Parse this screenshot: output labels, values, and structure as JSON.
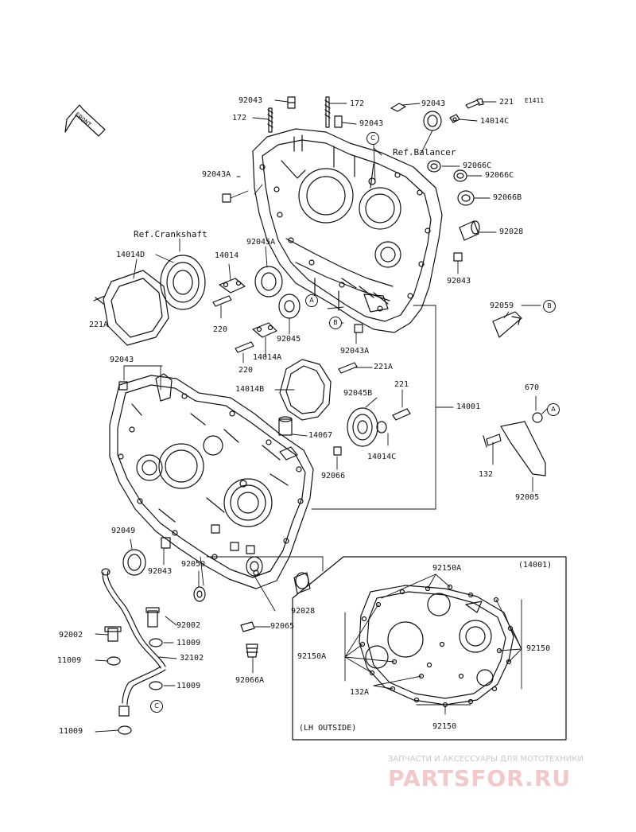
{
  "diagram_code": "E1411",
  "front_label": "FRONT",
  "labels": {
    "p92043_top": "92043",
    "p172_left": "172",
    "p172_right": "172",
    "p92043_top2": "92043",
    "p92043_top3": "92043",
    "p221_top": "221",
    "p14014C_top": "14014C",
    "ref_balancer": "Ref.Balancer",
    "p92066C_1": "92066C",
    "p92066C_2": "92066C",
    "p92043A_top": "92043A",
    "p92066B": "92066B",
    "ref_crankshaft": "Ref.Crankshaft",
    "p92028_top": "92028",
    "p14014D": "14014D",
    "p14014": "14014",
    "p92045A": "92045A",
    "p92043_mid": "92043",
    "p221A_left": "221A",
    "p220_1": "220",
    "p92045": "92045",
    "p92059": "92059",
    "p92043A_mid": "92043A",
    "p14014A": "14014A",
    "p220_2": "220",
    "p221A_mid": "221A",
    "p92043_left": "92043",
    "p14014B": "14014B",
    "p92045B": "92045B",
    "p221_mid": "221",
    "p14001": "14001",
    "p670": "670",
    "p14067": "14067",
    "p14014C_mid": "14014C",
    "p92066": "92066",
    "p132": "132",
    "p92005": "92005",
    "p92049": "92049",
    "p92043_low": "92043",
    "p92050": "92050",
    "p92028_low": "92028",
    "p92065": "92065",
    "p92066A": "92066A",
    "p92002_right": "92002",
    "p92002_left": "92002",
    "p11009_1": "11009",
    "p11009_2": "11009",
    "p32102": "32102",
    "p11009_3": "11009",
    "p11009_4": "11009",
    "inset_ref": "(14001)",
    "p92150A_top": "92150A",
    "p92150_right": "92150",
    "p92150A_left": "92150A",
    "p132A": "132A",
    "p92150_bottom": "92150",
    "lh_outside": "(LH OUTSIDE)"
  },
  "callouts": {
    "A": "A",
    "B": "B",
    "C": "C"
  },
  "watermark": {
    "tagline": "ЗАПЧАСТИ И АКСЕССУАРЫ ДЛЯ МОТОТЕХНИКИ",
    "brand": "PARTSFOR.RU"
  }
}
